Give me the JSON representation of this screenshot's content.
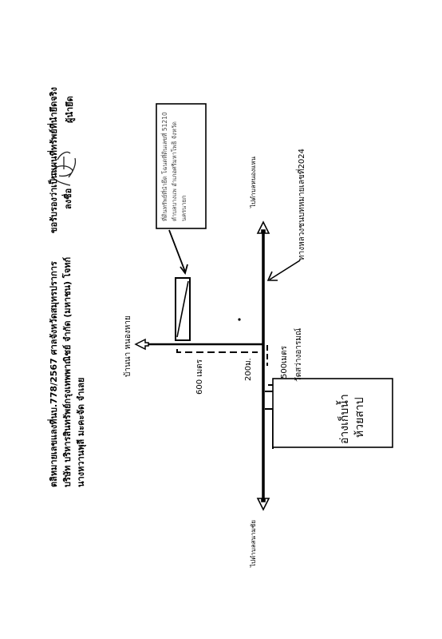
{
  "header": {
    "line1": "ตลิหมายเลขแลงที่นบ.778/2567 ศาลจังหวัดสมุทรปราการ",
    "line2": "บริษัท บริหารสินทรัพย์กรุงเทพพาณิชย์ จำกัด (มหาชน) โจทก์",
    "line3": "นางหวานพุลี มะคะจัด จำเลย"
  },
  "certification": {
    "statement": "ขอรับรองว่าเป็นแผนที่ทรัพย์ที่นำยึดจริง",
    "sign_label": "ลงชื่อ",
    "role_label": "ผู้นำยึด"
  },
  "map": {
    "note_box": "ที่ดินทรัพย์ที่นำยึด โฉนดที่ดินเลขที่ 51210 ตำบลบางแพ อำเภอศรีมหาโพธิ จังหวัดนครนายก",
    "destination_top": "ไปตำบลหนองแหน",
    "destination_bottom": "ไปตำบลสนามชัย",
    "highway": "ทางหลวงชนบทหมายเลขที่2024",
    "village": "บ้านนา หนองหาย",
    "dist_600": "600 เมตร",
    "dist_200": "200ม.",
    "dist_500": "500เมตร",
    "temple": "วัดสว่างอารมณ์",
    "reservoir_line1": "อ่างเก็บน้ำ",
    "reservoir_line2": "ห้วยสาป"
  }
}
